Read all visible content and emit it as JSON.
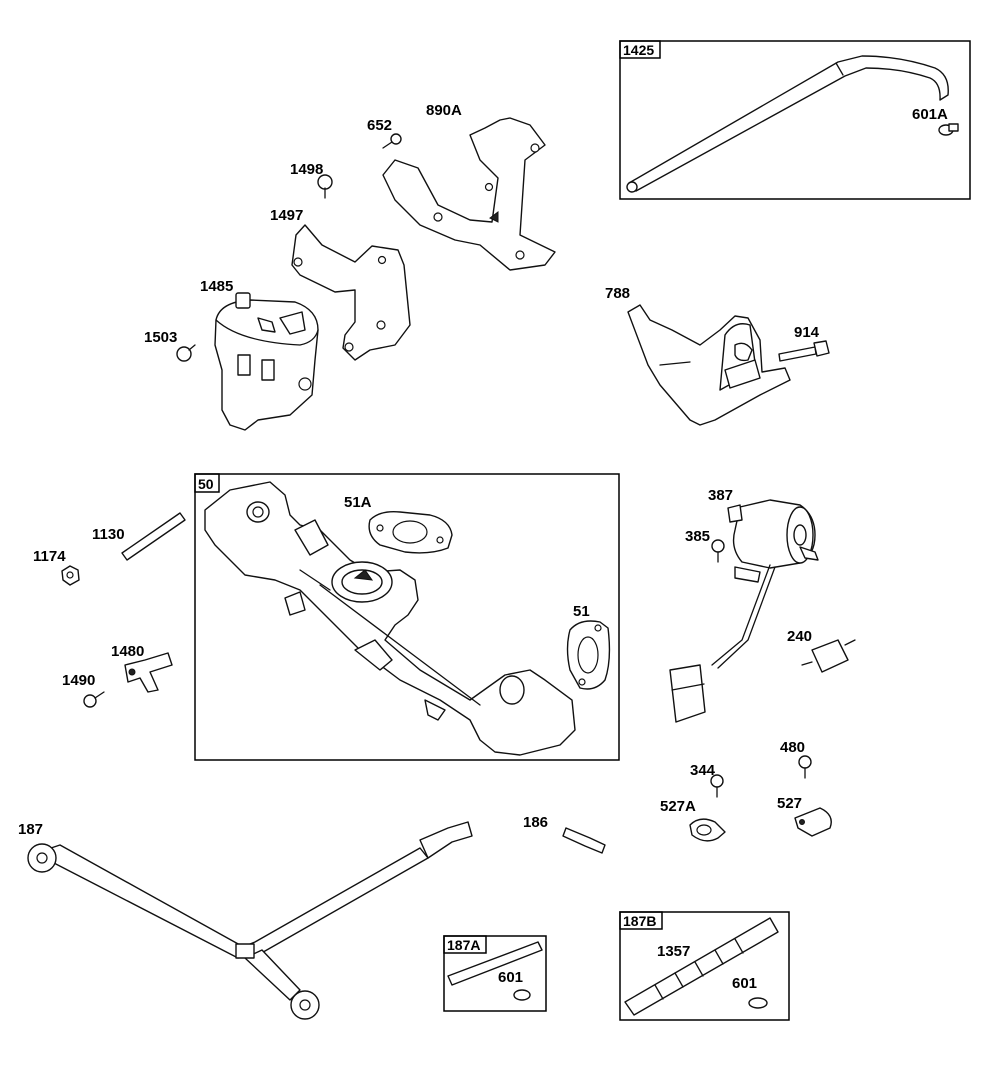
{
  "diagram": {
    "callouts": {
      "c652": "652",
      "c890A": "890A",
      "c1498": "1498",
      "c1497": "1497",
      "c1485": "1485",
      "c1503": "1503",
      "c788": "788",
      "c914": "914",
      "c601A": "601A",
      "c51A": "51A",
      "c51": "51",
      "c387": "387",
      "c385": "385",
      "c240": "240",
      "c1130": "1130",
      "c1174": "1174",
      "c1480": "1480",
      "c1490": "1490",
      "c187": "187",
      "c186": "186",
      "c344": "344",
      "c480": "480",
      "c527A": "527A",
      "c527": "527",
      "c1357": "1357",
      "c601a": "601",
      "c601b": "601"
    },
    "boxes": {
      "b1425": "1425",
      "b50": "50",
      "b187A": "187A",
      "b187B": "187B"
    }
  }
}
